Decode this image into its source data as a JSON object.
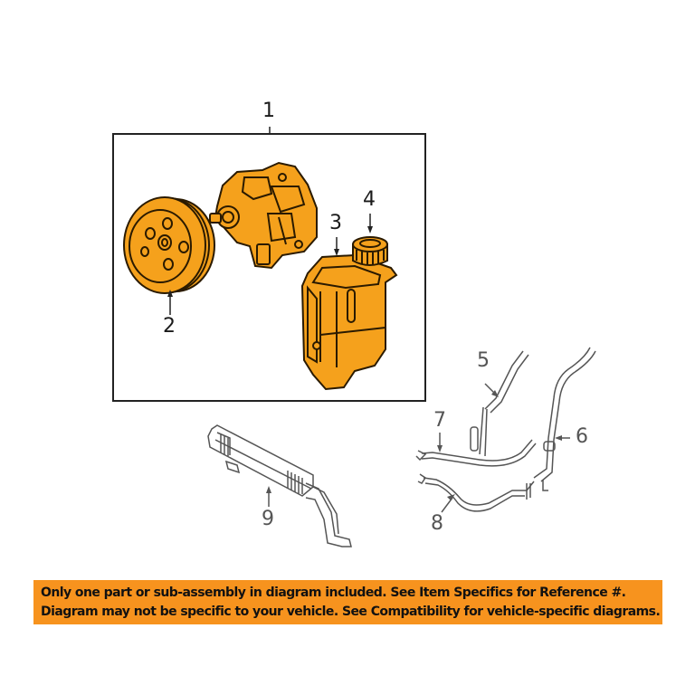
{
  "diagram": {
    "subject": "Power steering pump assembly and hoses",
    "callouts": [
      {
        "id": "1",
        "label": "1",
        "part": "pump-assembly"
      },
      {
        "id": "2",
        "label": "2",
        "part": "pulley"
      },
      {
        "id": "3",
        "label": "3",
        "part": "reservoir"
      },
      {
        "id": "4",
        "label": "4",
        "part": "reservoir-cap"
      },
      {
        "id": "5",
        "label": "5",
        "part": "pressure-hose"
      },
      {
        "id": "6",
        "label": "6",
        "part": "return-hose"
      },
      {
        "id": "7",
        "label": "7",
        "part": "hose-line"
      },
      {
        "id": "8",
        "label": "8",
        "part": "hose-line"
      },
      {
        "id": "9",
        "label": "9",
        "part": "oil-cooler"
      }
    ],
    "colors": {
      "part_fill": "#f5a11c",
      "part_outline": "#2a1a00",
      "line_art": "#555555",
      "frame": "#222222",
      "banner_bg": "#f7931e",
      "banner_text": "#111111"
    }
  },
  "notice": {
    "line1": "Only one part or sub-assembly in diagram included. See Item Specifics for Reference #.",
    "line2": "Diagram may not be specific to your vehicle. See Compatibility for vehicle-specific diagrams."
  }
}
